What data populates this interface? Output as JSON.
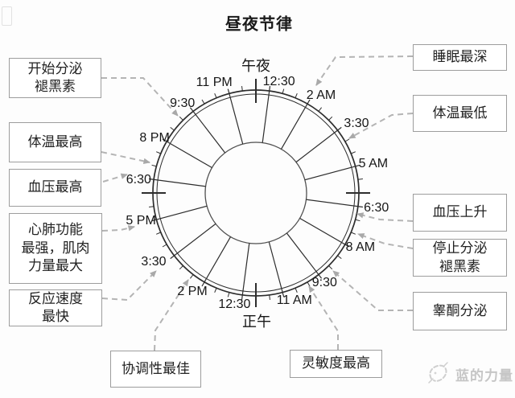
{
  "title": "昼夜节律",
  "clock": {
    "time_labels": [
      {
        "label": "午夜",
        "angle": 0
      },
      {
        "label": "12:30",
        "angle": 7.5
      },
      {
        "label": "2 AM",
        "angle": 30
      },
      {
        "label": "3:30",
        "angle": 52.5
      },
      {
        "label": "5 AM",
        "angle": 75
      },
      {
        "label": "6:30",
        "angle": 97.5
      },
      {
        "label": "8 AM",
        "angle": 120
      },
      {
        "label": "9:30",
        "angle": 142.5
      },
      {
        "label": "11 AM",
        "angle": 165
      },
      {
        "label": "12:30",
        "angle": 187.5
      },
      {
        "label": "正午",
        "angle": 180
      },
      {
        "label": "2 PM",
        "angle": 210
      },
      {
        "label": "3:30",
        "angle": 232.5
      },
      {
        "label": "5 PM",
        "angle": 255
      },
      {
        "label": "6:30",
        "angle": 277.5
      },
      {
        "label": "8 PM",
        "angle": 300
      },
      {
        "label": "9:30",
        "angle": 322.5
      },
      {
        "label": "11 PM",
        "angle": 345
      }
    ]
  },
  "annotations": {
    "left": [
      {
        "id": "melatonin-start",
        "label": "开始分泌\n褪黑素"
      },
      {
        "id": "body-temp-max",
        "label": "体温最高"
      },
      {
        "id": "bp-max",
        "label": "血压最高"
      },
      {
        "id": "cardio-max",
        "label": "心肺功能\n最强，肌肉\n力量最大"
      },
      {
        "id": "reaction-fastest",
        "label": "反应速度\n最快"
      }
    ],
    "right": [
      {
        "id": "sleep-deepest",
        "label": "睡眠最深"
      },
      {
        "id": "body-temp-min",
        "label": "体温最低"
      },
      {
        "id": "bp-rise",
        "label": "血压上升"
      },
      {
        "id": "melatonin-stop",
        "label": "停止分泌\n褪黑素"
      },
      {
        "id": "testosterone",
        "label": "睾酮分泌"
      }
    ],
    "bottom": [
      {
        "id": "coordination-best",
        "label": "协调性最佳"
      },
      {
        "id": "alertness-max",
        "label": "灵敏度最高"
      }
    ]
  },
  "watermark": {
    "label": "蓝的力量"
  },
  "colors": {
    "clock_stroke": "#2d2d2d",
    "inner_circle": "#4f4f4f",
    "connector": "#b4b4b4",
    "arrow": "#a9a9a9",
    "box_border": "#9d9d9d",
    "watermark": "#c6c6c6"
  }
}
